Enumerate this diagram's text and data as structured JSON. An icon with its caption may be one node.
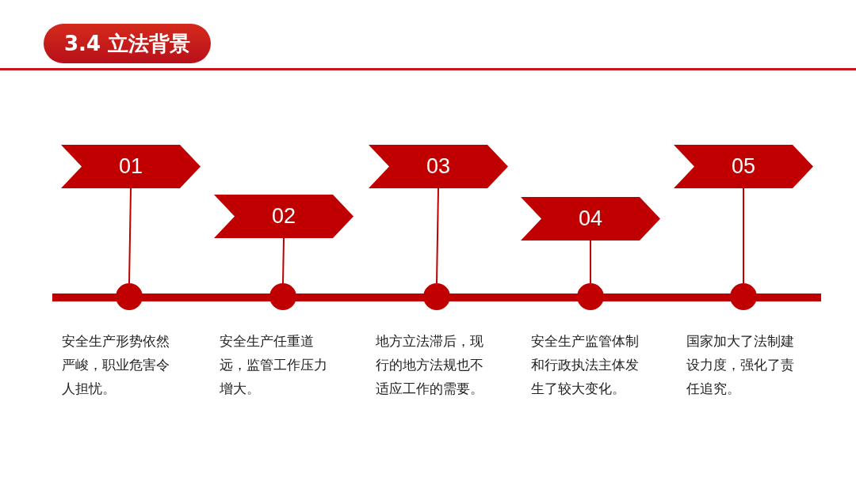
{
  "diagram": {
    "title": "3.4 立法背景",
    "nodes": [
      {
        "text": [
          "01"
        ]
      },
      {
        "text": [
          "02"
        ]
      },
      {
        "text": [
          "03"
        ]
      },
      {
        "text": [
          "04"
        ]
      },
      {
        "text": [
          "05"
        ]
      },
      {
        "text": [],
        "shape": "circle"
      },
      {
        "text": [],
        "shape": "circle"
      },
      {
        "text": [],
        "shape": "circle"
      },
      {
        "text": [],
        "shape": "circle"
      },
      {
        "text": [],
        "shape": "circle"
      }
    ],
    "edges": [
      {
        "from": 0,
        "to": 5,
        "arrow": "none"
      },
      {
        "from": 1,
        "to": 6,
        "arrow": "none"
      },
      {
        "from": 2,
        "to": 7,
        "arrow": "none"
      },
      {
        "from": 3,
        "to": 8,
        "arrow": "none"
      },
      {
        "from": 4,
        "to": 9,
        "arrow": "none"
      }
    ],
    "labels": [
      "安全生产形势依然严峻，职业危害令人担忧。",
      "安全生产任重道远，监管工作压力增大。",
      "地方立法滞后，现行的地方法规也不适应工作的需要。",
      "安全生产监管体制和行政执法主体发生了较大变化。",
      "国家加大了法制建设力度，强化了责任追究。"
    ]
  }
}
